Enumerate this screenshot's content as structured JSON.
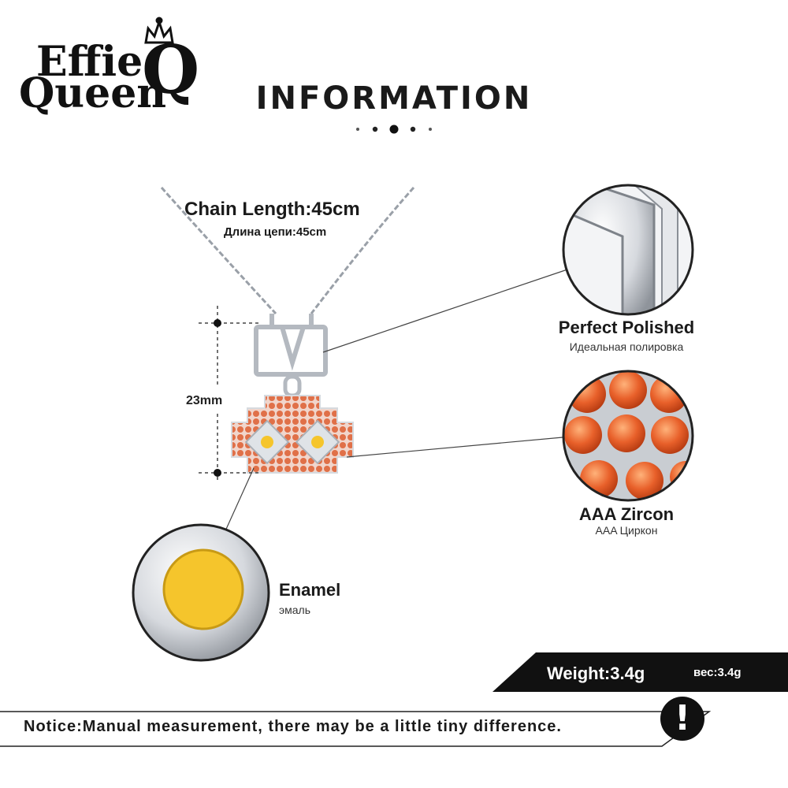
{
  "brand": {
    "logo_text_line1": "Effie",
    "logo_text_line2": "Queen",
    "logo_monogram": "Q"
  },
  "header": {
    "title": "INFORMATION"
  },
  "specs": {
    "chain_length_en": "Chain Length:45cm",
    "chain_length_ru": "Длина цепи:45cm",
    "pendant_size": "23mm"
  },
  "features": {
    "polished_en": "Perfect  Polished",
    "polished_ru": "Идеальная полировка",
    "zircon_en": "AAA  Zircon",
    "zircon_ru": "AAA Циркон",
    "enamel_en": "Enamel",
    "enamel_ru": "эмаль"
  },
  "weight": {
    "en": "Weight:3.4g",
    "ru": "вес:3.4g"
  },
  "notice": {
    "text": "Notice:Manual measurement, there may be a little tiny difference.",
    "icon": "!"
  },
  "colors": {
    "zircon": "#e8602a",
    "enamel": "#f5c52c",
    "silver": "#c8ccd2",
    "dark": "#111111"
  }
}
